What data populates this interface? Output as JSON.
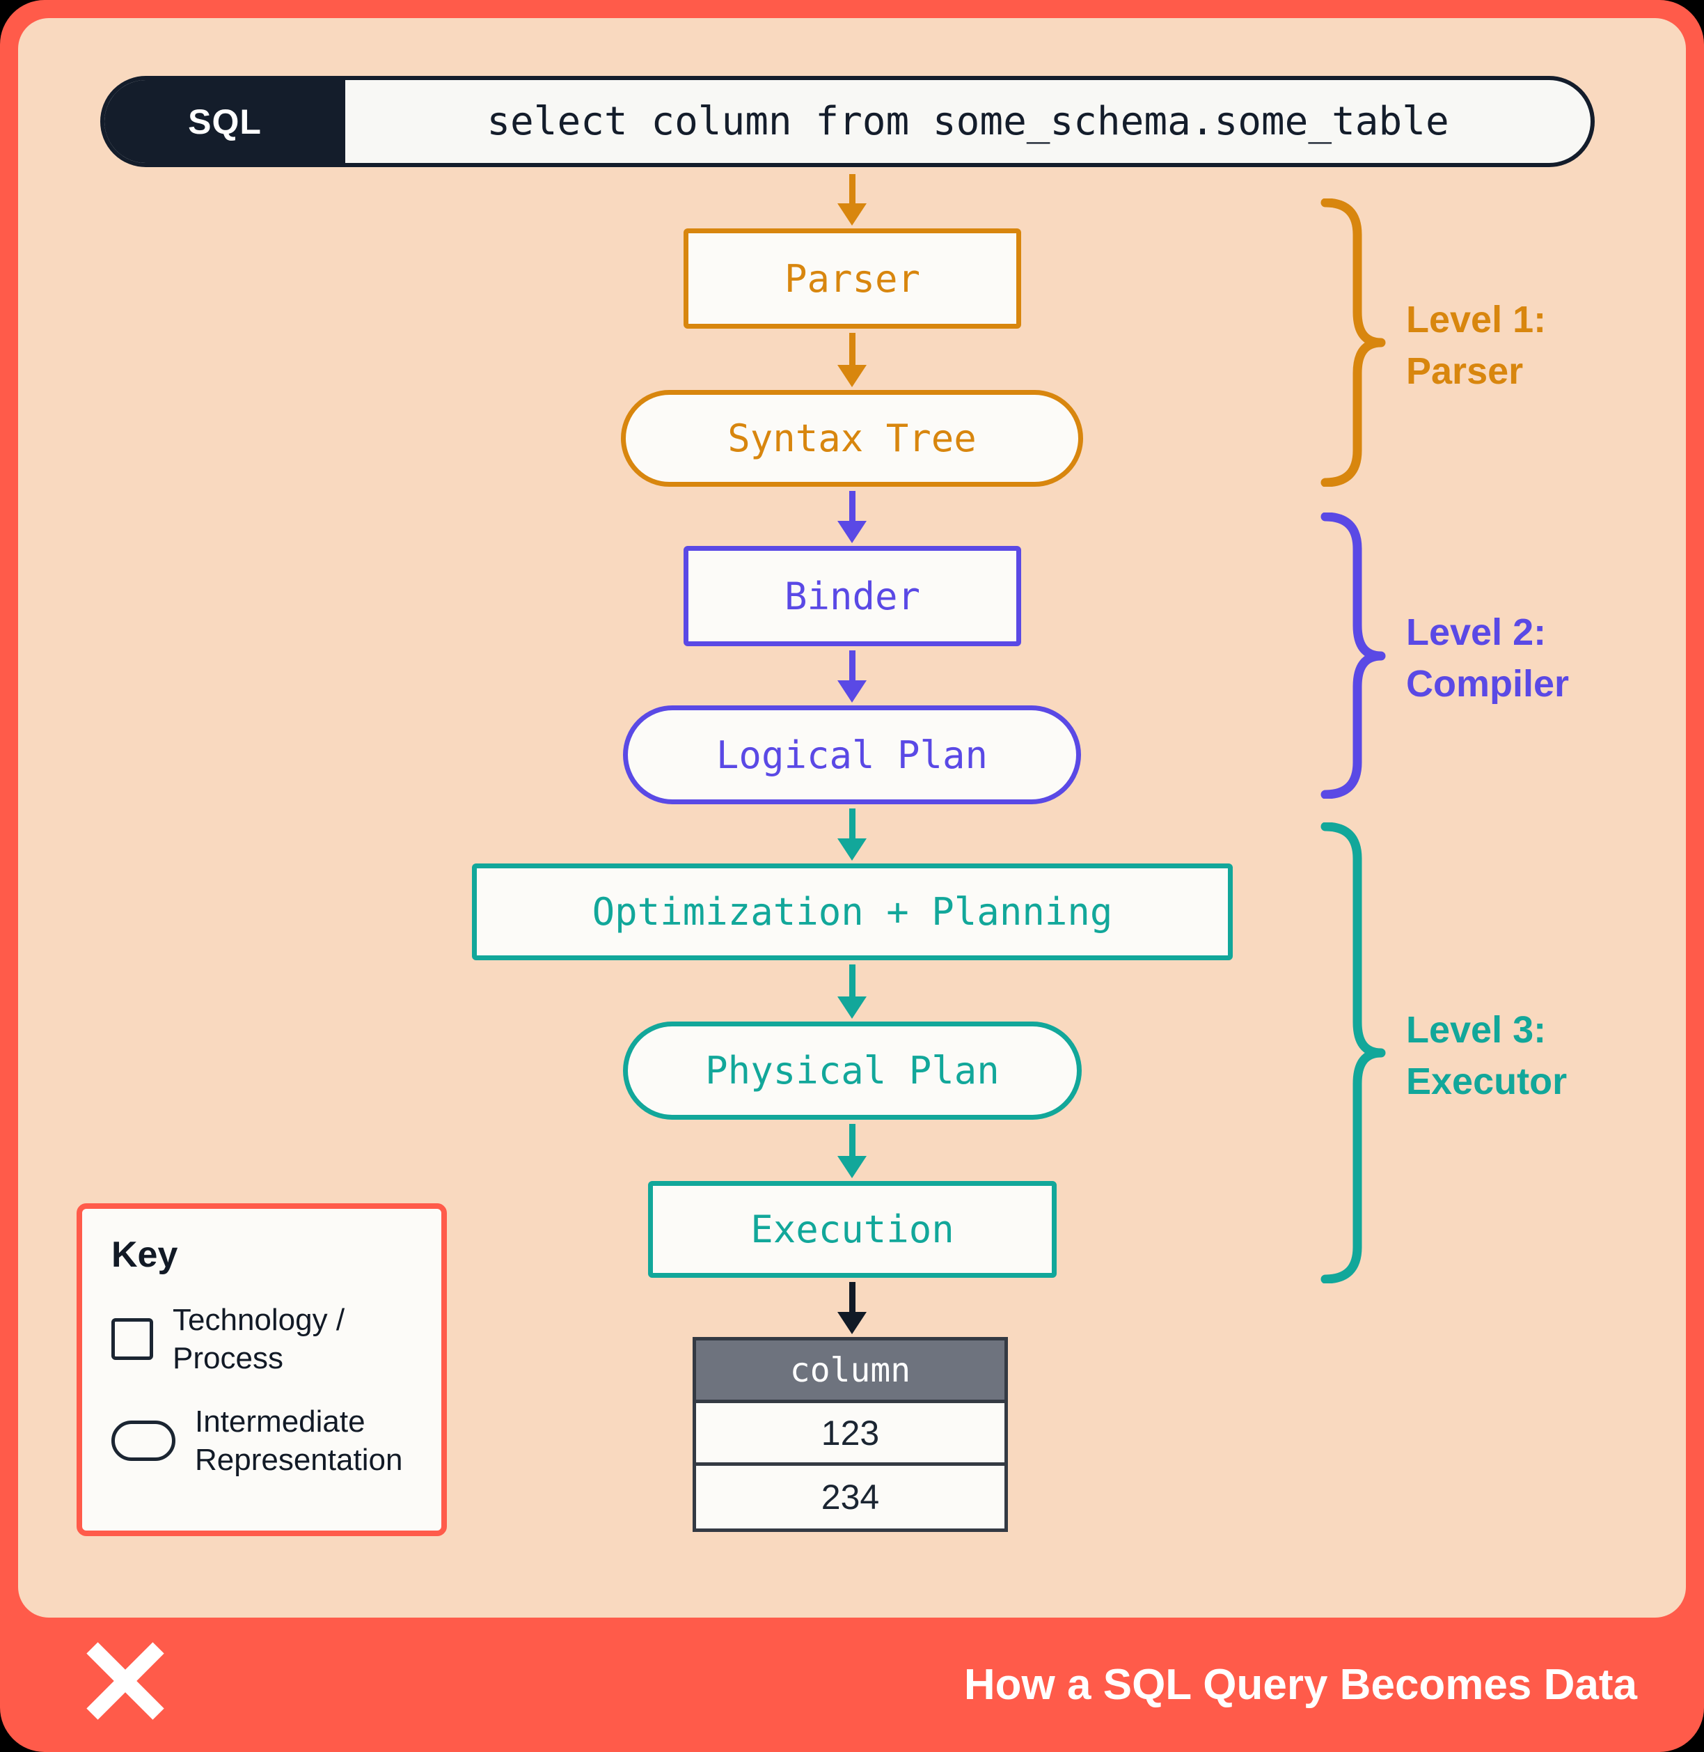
{
  "colors": {
    "frame_coral": "#FF5B4A",
    "card_peach": "#F9D9BF",
    "level1_orange": "#D8860E",
    "level2_purple": "#5A49E5",
    "level3_teal": "#12A79A",
    "ink_navy": "#182230",
    "table_header_gray": "#6E737E"
  },
  "sql_bar": {
    "label": "SQL",
    "query": "select column from some_schema.some_table"
  },
  "flow": {
    "nodes": [
      {
        "label": "Parser",
        "shape": "rect",
        "level": "parser"
      },
      {
        "label": "Syntax Tree",
        "shape": "pill",
        "level": "parser"
      },
      {
        "label": "Binder",
        "shape": "rect",
        "level": "compiler"
      },
      {
        "label": "Logical Plan",
        "shape": "pill",
        "level": "compiler"
      },
      {
        "label": "Optimization + Planning",
        "shape": "rect",
        "level": "executor"
      },
      {
        "label": "Physical Plan",
        "shape": "pill",
        "level": "executor"
      },
      {
        "label": "Execution",
        "shape": "rect",
        "level": "executor"
      }
    ]
  },
  "levels": [
    {
      "title": "Level 1:",
      "subtitle": "Parser"
    },
    {
      "title": "Level 2:",
      "subtitle": "Compiler"
    },
    {
      "title": "Level 3:",
      "subtitle": "Executor"
    }
  ],
  "result_table": {
    "header": "column",
    "rows": [
      "123",
      "234"
    ]
  },
  "key": {
    "title": "Key",
    "items": [
      {
        "shape": "square",
        "label": "Technology / Process"
      },
      {
        "shape": "pill",
        "label": "Intermediate Representation"
      }
    ]
  },
  "footer": {
    "title": "How a SQL Query Becomes Data"
  }
}
